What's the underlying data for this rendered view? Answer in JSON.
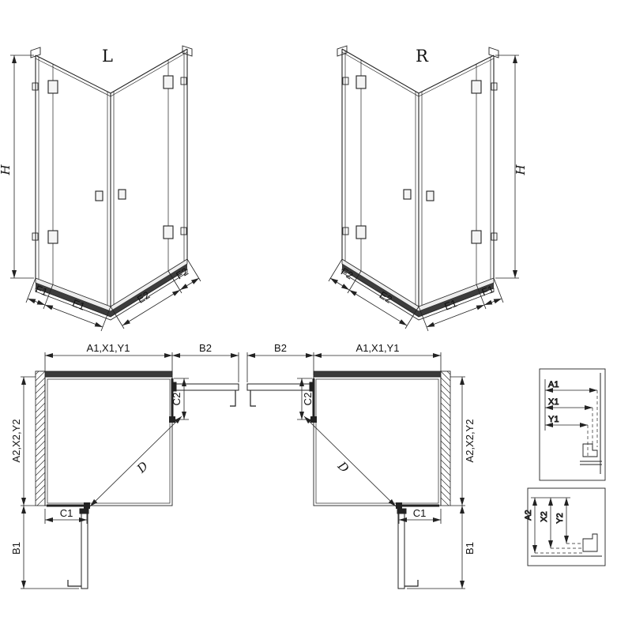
{
  "colors": {
    "line": "#222222",
    "wall_section_fill": "#3a3a3a",
    "tray_front_fill": "#3c3c3c"
  },
  "iso_left": {
    "variant_label": "L",
    "height_label": "H",
    "chain_left": [
      "F1",
      "E1"
    ],
    "chain_right": [
      "E2",
      "F2"
    ]
  },
  "iso_right": {
    "variant_label": "R",
    "height_label": "H",
    "chain_left": [
      "F2",
      "E2"
    ],
    "chain_right": [
      "E1",
      "F1"
    ]
  },
  "plan_left": {
    "width_label": "A1,X1,Y1",
    "door_projection_top": "B2",
    "depth_label": "A2,X2,Y2",
    "door_projection_side": "B1",
    "fixed_segment_bottom": "C1",
    "fixed_segment_side": "C2",
    "diagonal_label": "D"
  },
  "plan_right": {
    "width_label": "A1,X1,Y1",
    "door_projection_top": "B2",
    "depth_label": "A2,X2,Y2",
    "door_projection_side": "B1",
    "fixed_segment_bottom": "C1",
    "fixed_segment_side": "C2",
    "diagonal_label": "D"
  },
  "detail_width": {
    "labels": [
      "A1",
      "X1",
      "Y1"
    ]
  },
  "detail_depth": {
    "labels": [
      "A2",
      "X2",
      "Y2"
    ]
  }
}
